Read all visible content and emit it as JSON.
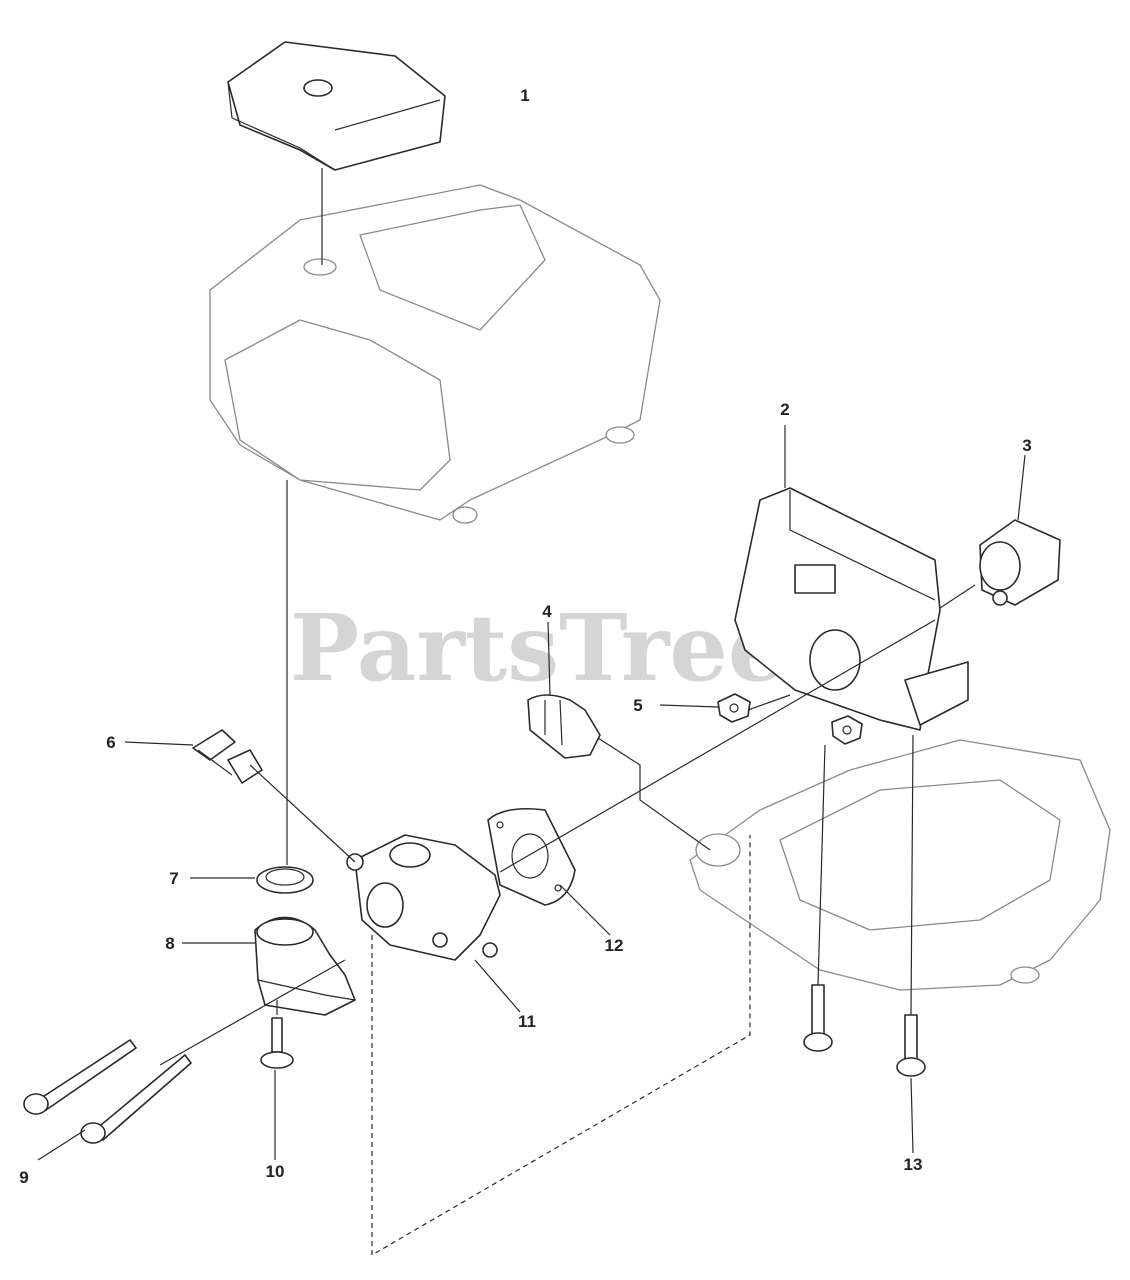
{
  "watermark": "PartsTree",
  "callouts": [
    "1",
    "2",
    "3",
    "4",
    "5",
    "6",
    "7",
    "8",
    "9",
    "10",
    "11",
    "12",
    "13"
  ],
  "colors": {
    "ink": "#2a2a2a",
    "faded": "#8a8a8a",
    "watermark": "#b4b4b4"
  }
}
